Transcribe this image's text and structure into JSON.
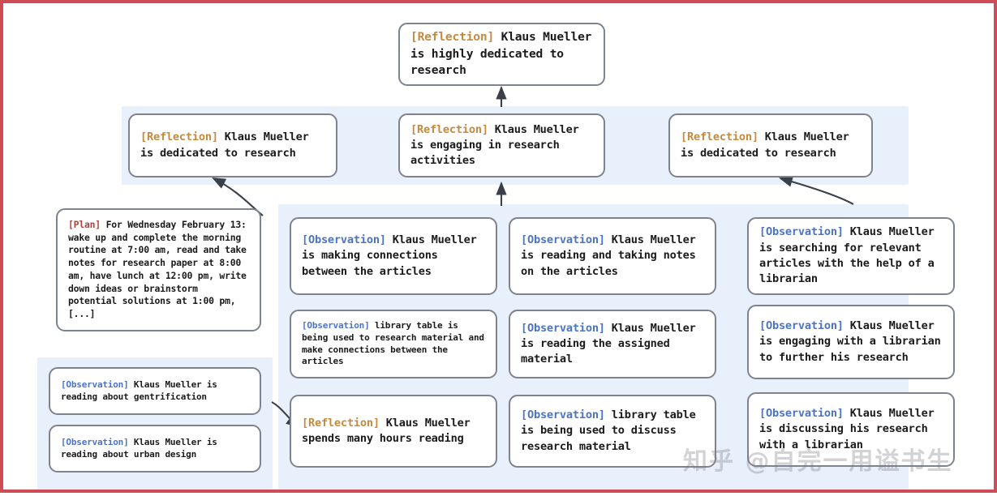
{
  "diagram": {
    "title": "Reflection tree for Klaus Mueller",
    "colors": {
      "page_border": "#cf4b55",
      "panel_background": "#e8f0fb",
      "node_border": "#7d8490",
      "node_background": "#ffffff",
      "reflection_tag": "#c58a3d",
      "observation_tag": "#4a74c9",
      "plan_tag": "#b0423c",
      "edge": "#3a3f4a"
    },
    "tags": {
      "reflection": "[Reflection]",
      "observation": "[Observation]",
      "plan": "[Plan]"
    }
  },
  "nodes": {
    "root": {
      "tag": "[Reflection]",
      "text": " Klaus Mueller is highly dedicated to research"
    },
    "reflections": [
      {
        "tag": "[Reflection]",
        "text": " Klaus Mueller is dedicated to research"
      },
      {
        "tag": "[Reflection]",
        "text": " Klaus Mueller is engaging in research activities"
      },
      {
        "tag": "[Reflection]",
        "text": " Klaus Mueller is dedicated to research"
      }
    ],
    "plan": {
      "tag": "[Plan]",
      "text": " For Wednesday February 13: wake up and complete the morning routine at 7:00 am, read and take notes for research paper at 8:00 am, have lunch at 12:00 pm, write down ideas or brainstorm potential solutions at 1:00 pm, [...]"
    },
    "left_observations": [
      {
        "tag": "[Observation]",
        "text": " Klaus Mueller is reading about gentrification"
      },
      {
        "tag": "[Observation]",
        "text": " Klaus Mueller is reading about urban design"
      }
    ],
    "column_one": [
      {
        "tag": "[Observation]",
        "text": " Klaus Mueller is making connections between the articles"
      },
      {
        "tag": "[Observation]",
        "text": " library table is being used to research material and make connections between the articles"
      },
      {
        "tag": "[Reflection]",
        "text": " Klaus Mueller spends many hours reading"
      }
    ],
    "column_two": [
      {
        "tag": "[Observation]",
        "text": " Klaus Mueller is reading and taking notes on the articles"
      },
      {
        "tag": "[Observation]",
        "text": " Klaus Mueller is reading the assigned material"
      },
      {
        "tag": "[Observation]",
        "text": " library table is being used to discuss research material"
      }
    ],
    "column_three": [
      {
        "tag": "[Observation]",
        "text": " Klaus Mueller is searching for relevant articles with the help of a librarian"
      },
      {
        "tag": "[Observation]",
        "text": " Klaus Mueller is engaging with a librarian to further his research"
      },
      {
        "tag": "[Observation]",
        "text": " Klaus Mueller is discussing his research with a librarian"
      }
    ]
  },
  "watermark": {
    "text": "知乎 @自完一用谥书生"
  }
}
